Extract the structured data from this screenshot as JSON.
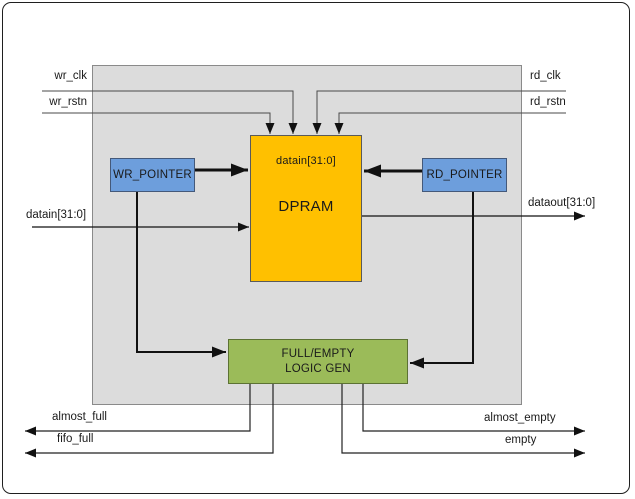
{
  "diagram": {
    "type": "asynchronous-fifo-block-diagram",
    "blocks": {
      "wr_pointer": {
        "label": "WR_POINTER",
        "fill": "#6D9EDC"
      },
      "rd_pointer": {
        "label": "RD_POINTER",
        "fill": "#6D9EDC"
      },
      "dpram": {
        "label": "DPRAM",
        "port_label": "datain[31:0]",
        "fill": "#FFC000"
      },
      "logic_gen": {
        "label_line1": "FULL/EMPTY",
        "label_line2": "LOGIC GEN",
        "fill": "#9BBB59"
      }
    },
    "signals": {
      "wr_clk": "wr_clk",
      "wr_rstn": "wr_rstn",
      "rd_clk": "rd_clk",
      "rd_rstn": "rd_rstn",
      "datain": "datain[31:0]",
      "dataout": "dataout[31:0]",
      "almost_full": "almost_full",
      "fifo_full": "fifo_full",
      "almost_empty": "almost_empty",
      "empty": "empty"
    },
    "colors": {
      "panel_background": "#DCDCDC",
      "dpram_fill": "#FFC000",
      "pointer_fill": "#6D9EDC",
      "logic_fill": "#9BBB59",
      "wire": "#404040",
      "frame_border": "#1F1F1F"
    }
  }
}
